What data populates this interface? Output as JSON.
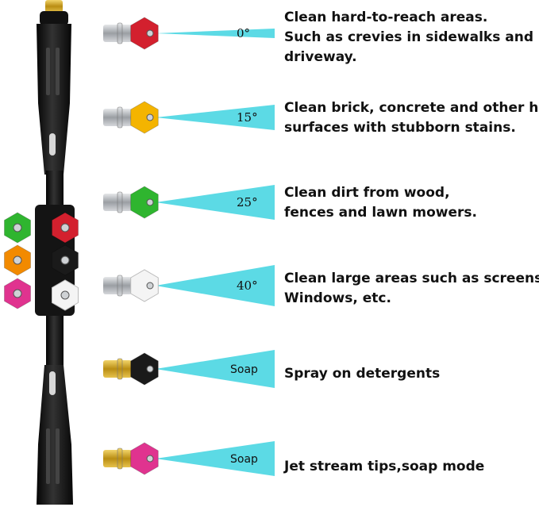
{
  "colors": {
    "spray": "#3fd3e0",
    "wand": "#1b1b1b",
    "red": "#d3202e",
    "yellow": "#f4b400",
    "green": "#2fb52f",
    "white": "#f4f4f4",
    "black": "#1a1a1a",
    "pink": "#e0338f",
    "orange": "#f28a00",
    "brass": "#c9a020",
    "steel": "#b9bcc0"
  },
  "tips": [
    {
      "color": "red",
      "fitting": "steel",
      "label": "0°",
      "lines": [
        "Clean hard-to-reach areas.",
        "Such as crevies in sidewalks and",
        "driveway."
      ]
    },
    {
      "color": "yellow",
      "fitting": "steel",
      "label": "15°",
      "lines": [
        "Clean brick, concrete and other hard",
        "surfaces with stubborn stains."
      ]
    },
    {
      "color": "green",
      "fitting": "steel",
      "label": "25°",
      "lines": [
        "Clean dirt from wood,",
        "fences and lawn mowers."
      ]
    },
    {
      "color": "white",
      "fitting": "steel",
      "label": "40°",
      "lines": [
        "Clean large areas such as screens,",
        "Windows, etc."
      ]
    },
    {
      "color": "black",
      "fitting": "brass",
      "label": "Soap",
      "lines": [
        "Spray on detergents"
      ]
    },
    {
      "color": "pink",
      "fitting": "brass",
      "label": "Soap",
      "lines": [
        "Jet stream tips,soap mode"
      ]
    }
  ],
  "holder_tips": [
    "green",
    "red",
    "orange",
    "black",
    "pink",
    "white"
  ]
}
